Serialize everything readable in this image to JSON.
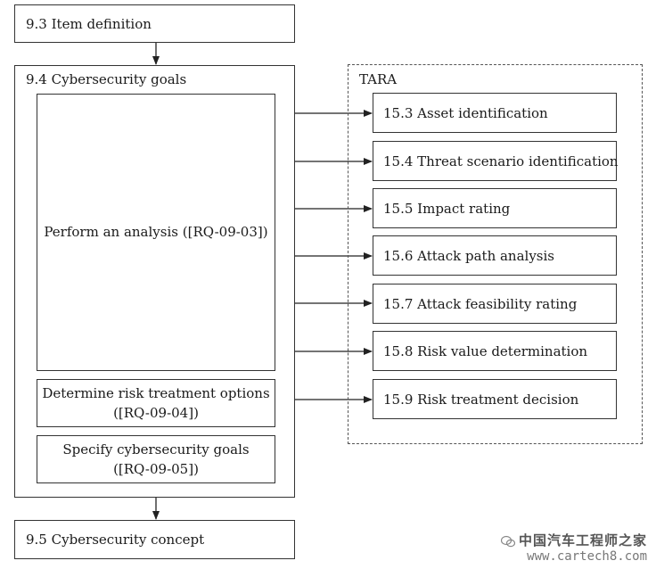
{
  "item_definition": "9.3 Item definition",
  "cybersecurity_goals": {
    "title": "9.4 Cybersecurity goals",
    "perform_analysis": "Perform an analysis ([RQ-09-03])",
    "risk_treatment_line1": "Determine risk treatment options",
    "risk_treatment_line2": "([RQ-09-04])",
    "specify_goals_line1": "Specify cybersecurity goals",
    "specify_goals_line2": "([RQ-09-05])"
  },
  "cybersecurity_concept": "9.5 Cybersecurity concept",
  "tara": {
    "title": "TARA",
    "steps": [
      "15.3 Asset identification",
      "15.4 Threat scenario identification",
      "15.5 Impact rating",
      "15.6 Attack path analysis",
      "15.7 Attack feasibility rating",
      "15.8 Risk value determination",
      "15.9 Risk treatment decision"
    ]
  },
  "watermark": {
    "line1": "中国汽车工程师之家",
    "line2": "www.cartech8.com"
  }
}
